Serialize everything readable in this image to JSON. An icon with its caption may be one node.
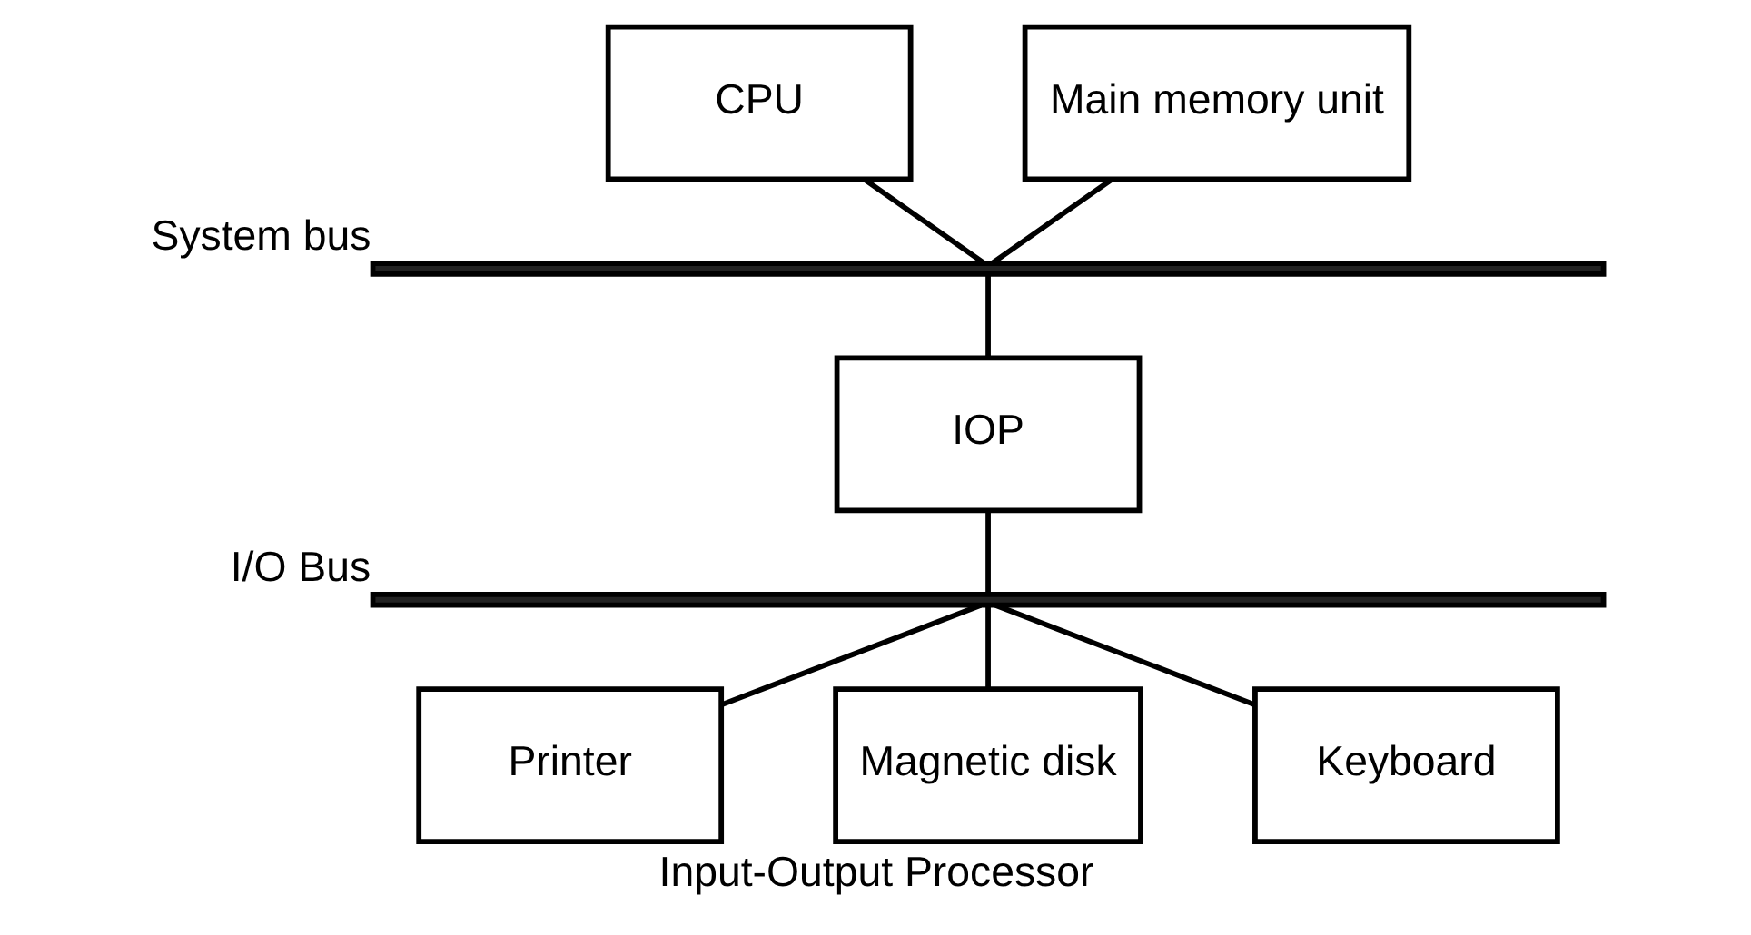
{
  "diagram": {
    "caption": "Input-Output Processor",
    "nodes": [
      {
        "text": [
          "CPU"
        ]
      },
      {
        "text": [
          "Main memory unit"
        ]
      },
      {
        "text": [],
        "shape": "bar",
        "beside": [
          "System bus"
        ]
      },
      {
        "text": [
          "IOP"
        ]
      },
      {
        "text": [],
        "shape": "bar",
        "beside": [
          "I/O Bus"
        ]
      },
      {
        "text": [
          "Printer"
        ]
      },
      {
        "text": [
          "Magnetic disk"
        ]
      },
      {
        "text": [
          "Keyboard"
        ]
      }
    ],
    "edges": [
      {
        "from": 0,
        "to": 2,
        "arrow": "none"
      },
      {
        "from": 1,
        "to": 2,
        "arrow": "none"
      },
      {
        "from": 2,
        "to": 3,
        "arrow": "none"
      },
      {
        "from": 3,
        "to": 4,
        "arrow": "none"
      },
      {
        "from": 4,
        "to": 5,
        "arrow": "none"
      },
      {
        "from": 4,
        "to": 6,
        "arrow": "none"
      },
      {
        "from": 4,
        "to": 7,
        "arrow": "none"
      }
    ]
  }
}
